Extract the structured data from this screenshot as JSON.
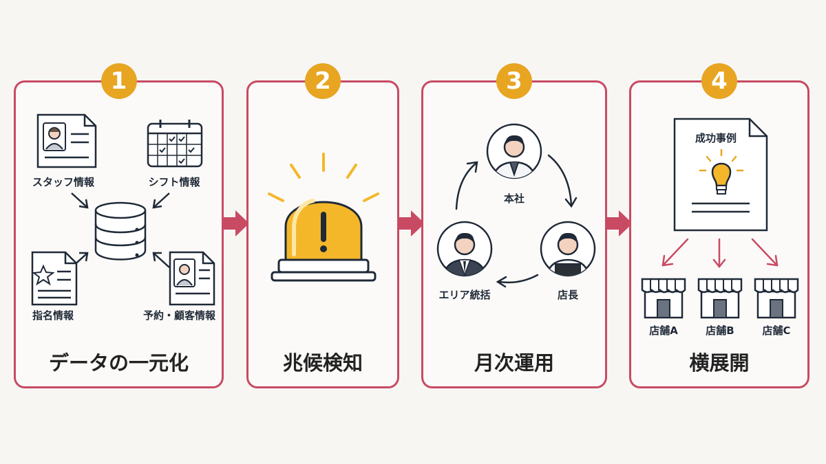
{
  "steps": [
    {
      "number": "1",
      "title": "データの一元化",
      "labels": [
        "スタッフ情報",
        "シフト情報",
        "指名情報",
        "予約・顧客情報"
      ]
    },
    {
      "number": "2",
      "title": "兆候検知"
    },
    {
      "number": "3",
      "title": "月次運用",
      "labels": [
        "本社",
        "店長",
        "エリア統括"
      ]
    },
    {
      "number": "4",
      "title": "横展開",
      "document_label": "成功事例",
      "stores": [
        "店舗A",
        "店舗B",
        "店舗C"
      ]
    }
  ],
  "colors": {
    "border": "#c84a63",
    "badge": "#e7a521",
    "alarm": "#f4b72a",
    "ink": "#1f2937"
  }
}
